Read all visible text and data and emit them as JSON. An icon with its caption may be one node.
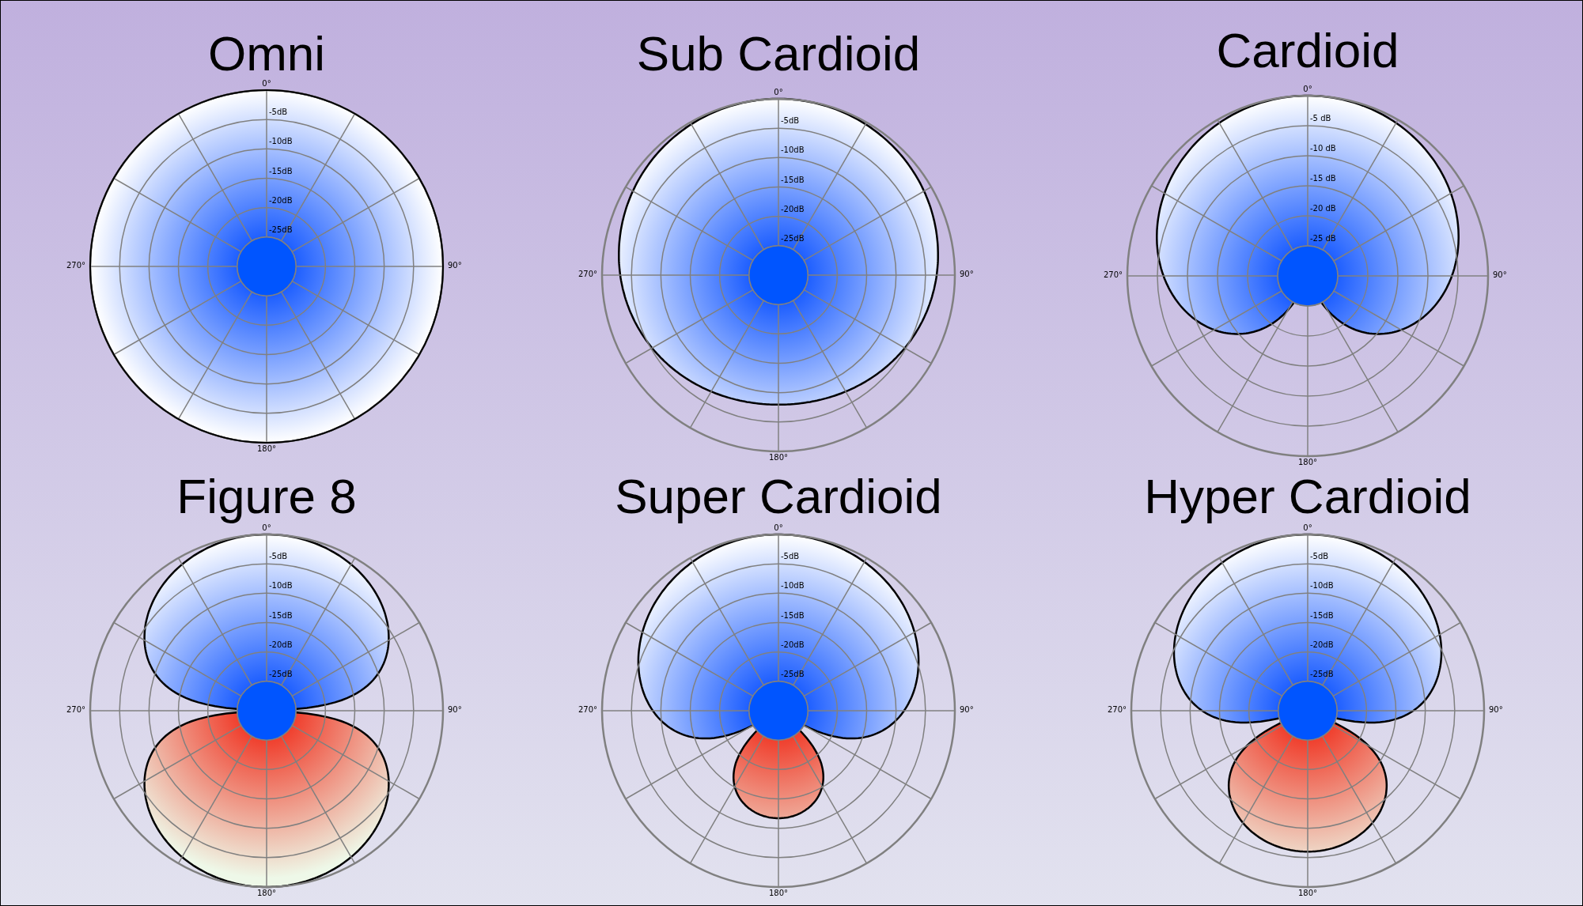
{
  "diagram": {
    "labels": [
      "Omni",
      "0°",
      "-5dB",
      "-10dB",
      "-15dB",
      "-20dB",
      "-25dB",
      "270°",
      "90°",
      "180°",
      "Sub Cardioid",
      "0°",
      "-5dB",
      "-10dB",
      "-15dB",
      "-20dB",
      "-25dB",
      "270°",
      "90°",
      "180°",
      "Cardioid",
      "0°",
      "-5 dB",
      "-10 dB",
      "-15 dB",
      "-20 dB",
      "-25 dB",
      "270°",
      "90°",
      "180°",
      "Figure 8",
      "0°",
      "-5dB",
      "-10dB",
      "-15dB",
      "-20dB",
      "-25dB",
      "270°",
      "90°",
      "180°",
      "Super Cardioid",
      "0°",
      "-5dB",
      "-10dB",
      "-15dB",
      "-20dB",
      "-25dB",
      "270°",
      "90°",
      "180°",
      "Hyper Cardioid",
      "0°",
      "-5dB",
      "-10dB",
      "-15dB",
      "-20dB",
      "-25dB",
      "270°",
      "90°",
      "180°"
    ]
  }
}
